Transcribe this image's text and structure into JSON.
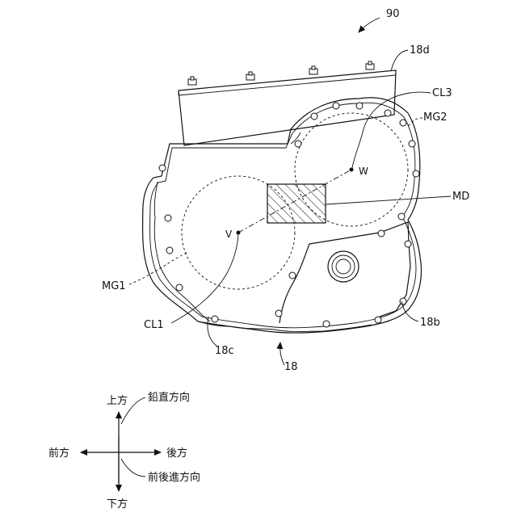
{
  "figure": {
    "labels": {
      "ref_90": "90",
      "ref_18d": "18d",
      "cl3": "CL3",
      "mg2": "MG2",
      "w": "W",
      "md": "MD",
      "v": "V",
      "mg1": "MG1",
      "cl1": "CL1",
      "ref_18c": "18c",
      "ref_18": "18",
      "ref_18b": "18b"
    },
    "directions": {
      "up": "上方",
      "down": "下方",
      "front": "前方",
      "rear": "後方",
      "vertical": "鉛直方向",
      "longitudinal": "前後進方向"
    }
  }
}
